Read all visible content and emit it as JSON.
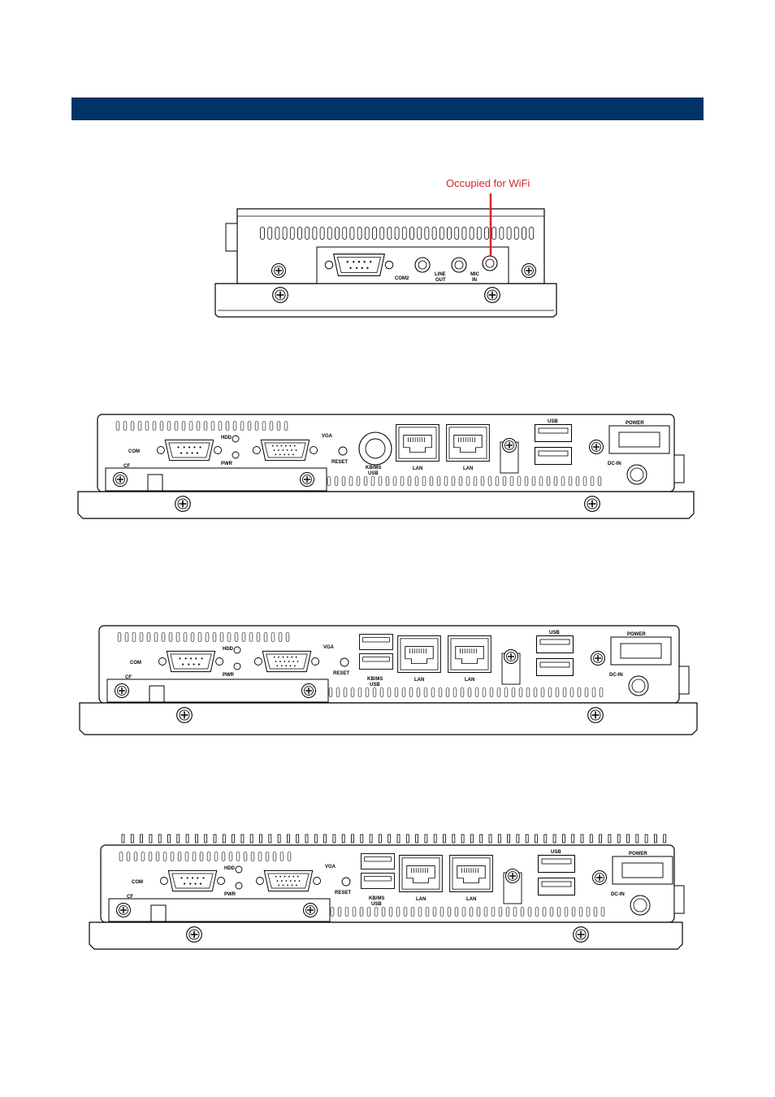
{
  "callout": {
    "text": "Occupied for WiFi",
    "color": "#d8232a"
  },
  "header_color": "#003366",
  "top_panel": {
    "labels": {
      "com2": "COM2",
      "line_out_1": "LINE",
      "line_out_2": "OUT",
      "mic_in_1": "MIC",
      "mic_in_2": "IN"
    }
  },
  "io_panels": [
    {
      "com": "COM",
      "hdd": "HDD",
      "pwr": "PWR",
      "vga": "VGA",
      "reset": "RESET",
      "cf": "CF",
      "kbms_1": "KB/MS",
      "kbms_2": "USB",
      "lan_1": "LAN",
      "lan_2": "LAN",
      "usb": "USB",
      "power": "POWER",
      "dc_in": "DC-IN"
    },
    {
      "com": "COM",
      "hdd": "HDD",
      "pwr": "PWR",
      "vga": "VGA",
      "reset": "RESET",
      "cf": "CF",
      "kbms_1": "KB/MS",
      "kbms_2": "USB",
      "lan_1": "LAN",
      "lan_2": "LAN",
      "usb": "USB",
      "power": "POWER",
      "dc_in": "DC-IN"
    },
    {
      "com": "COM",
      "hdd": "HDD",
      "pwr": "PWR",
      "vga": "VGA",
      "reset": "RESET",
      "cf": "CF",
      "kbms_1": "KB/MS",
      "kbms_2": "USB",
      "lan_1": "LAN",
      "lan_2": "LAN",
      "usb": "USB",
      "power": "POWER",
      "dc_in": "DC-IN"
    }
  ]
}
